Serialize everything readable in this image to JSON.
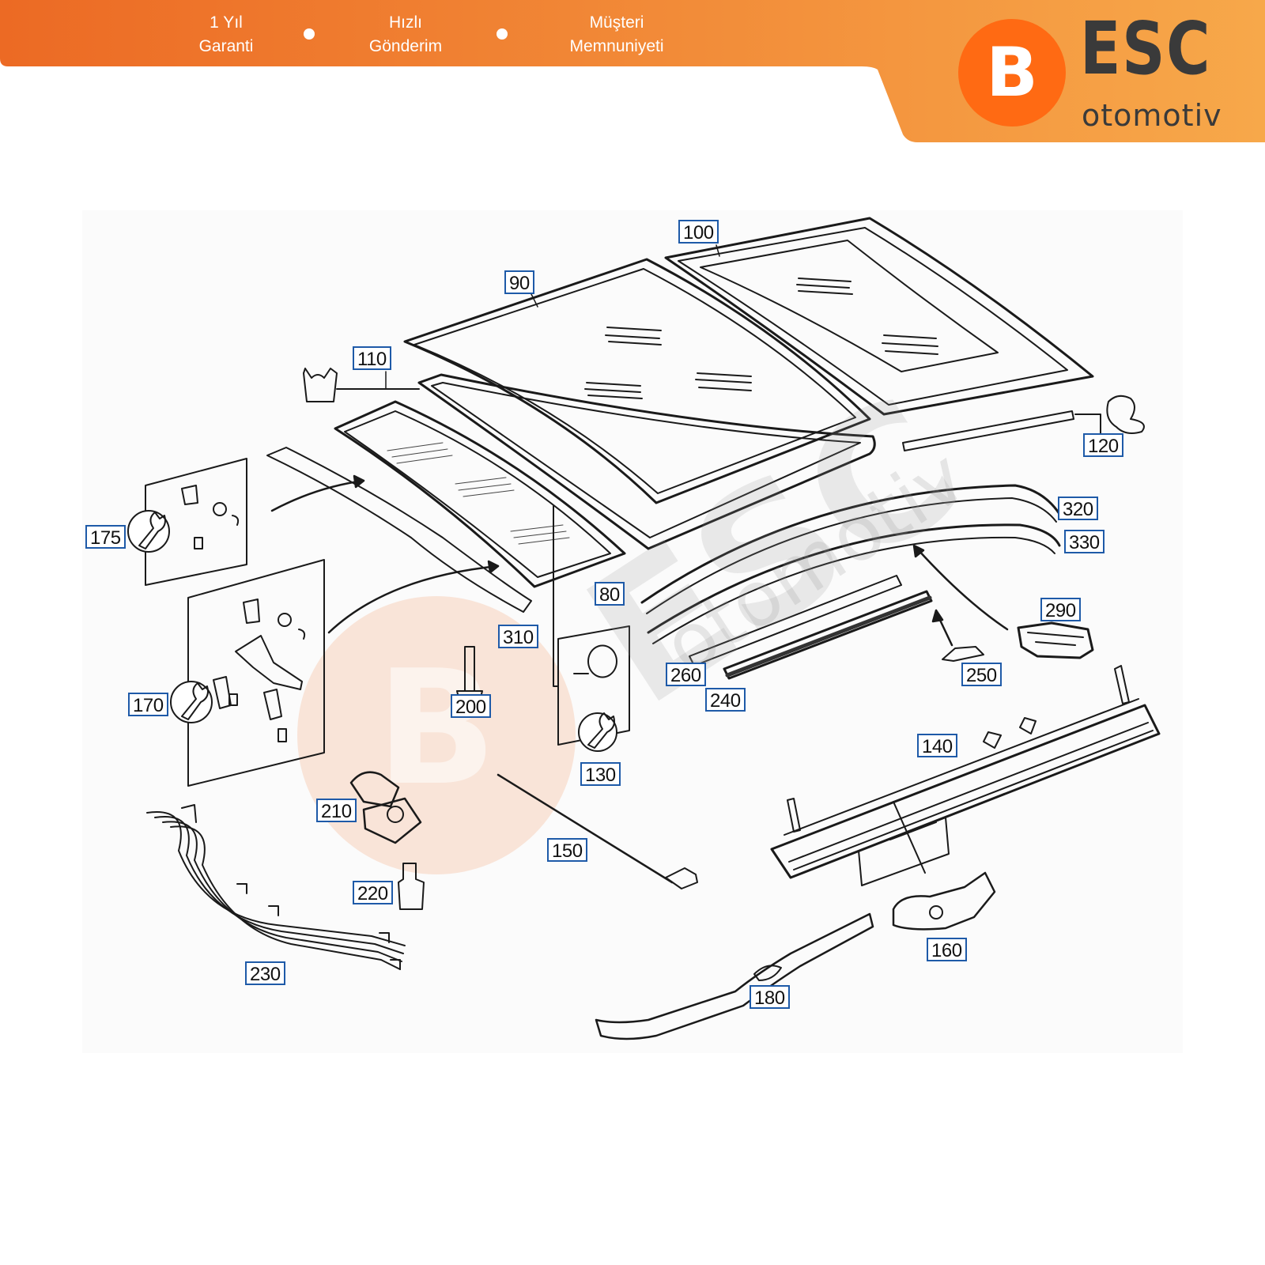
{
  "banner": {
    "features": [
      {
        "line1": "1 Yıl",
        "line2": "Garanti"
      },
      {
        "line1": "Hızlı",
        "line2": "Gönderim"
      },
      {
        "line1": "Müşteri",
        "line2": "Memnuniyeti"
      }
    ],
    "colors": {
      "start": "#ec6a24",
      "end": "#f7a84a"
    }
  },
  "logo": {
    "mark": "B",
    "word": "ESC",
    "sub": "otomotiv",
    "colors": {
      "circle": "#ff6a13",
      "text": "#3a3a3a"
    }
  },
  "watermark": {
    "mark": "B",
    "word": "ESC",
    "sub": "otomotiv"
  },
  "diagram": {
    "callouts": [
      {
        "key": "c100",
        "label": "100"
      },
      {
        "key": "c90",
        "label": "90"
      },
      {
        "key": "c110",
        "label": "110"
      },
      {
        "key": "c120",
        "label": "120"
      },
      {
        "key": "c320",
        "label": "320"
      },
      {
        "key": "c330",
        "label": "330"
      },
      {
        "key": "c175",
        "label": "175"
      },
      {
        "key": "c80",
        "label": "80"
      },
      {
        "key": "c310",
        "label": "310"
      },
      {
        "key": "c290",
        "label": "290"
      },
      {
        "key": "c250",
        "label": "250"
      },
      {
        "key": "c260",
        "label": "260"
      },
      {
        "key": "c240",
        "label": "240"
      },
      {
        "key": "c200",
        "label": "200"
      },
      {
        "key": "c170",
        "label": "170"
      },
      {
        "key": "c130",
        "label": "130"
      },
      {
        "key": "c140",
        "label": "140"
      },
      {
        "key": "c210",
        "label": "210"
      },
      {
        "key": "c150",
        "label": "150"
      },
      {
        "key": "c220",
        "label": "220"
      },
      {
        "key": "c160",
        "label": "160"
      },
      {
        "key": "c230",
        "label": "230"
      },
      {
        "key": "c180",
        "label": "180"
      }
    ],
    "colors": {
      "callout_border": "#1e5aa8",
      "line": "#1a1a1a",
      "background": "#fbfbfb"
    }
  }
}
